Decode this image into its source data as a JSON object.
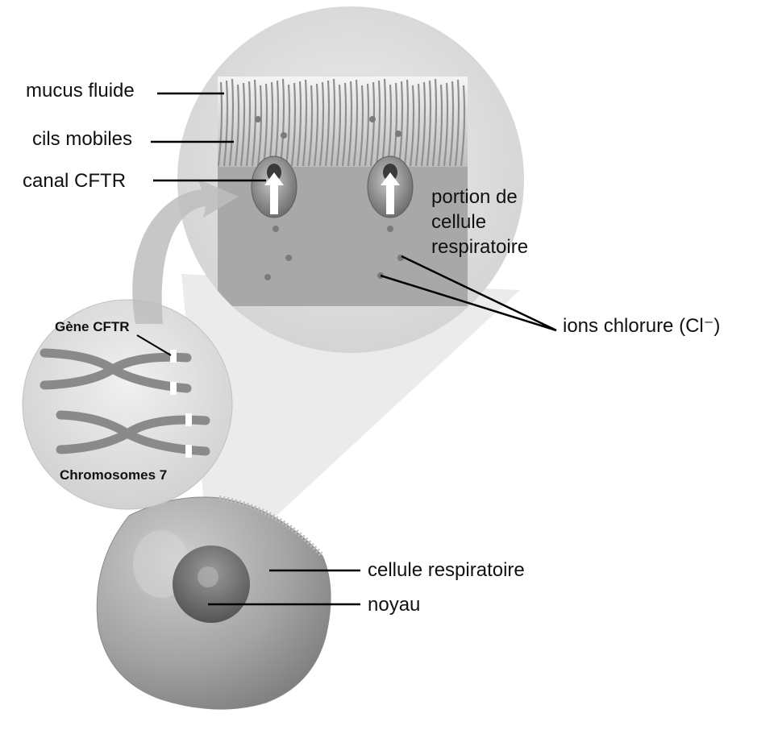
{
  "labels": {
    "mucus": "mucus fluide",
    "cilia": "cils mobiles",
    "channel": "canal CFTR",
    "cell_portion_1": "portion de",
    "cell_portion_2": "cellule",
    "cell_portion_3": "respiratoire",
    "chloride_ions": "ions chlorure (Cl⁻)",
    "gene": "Gène CFTR",
    "chromosomes": "Chromosomes 7",
    "cell": "cellule respiratoire",
    "nucleus": "noyau"
  },
  "colors": {
    "circle_fill": "#e6e6e6",
    "cell_body": "#9e9e9e",
    "nucleus": "#6f6f6f",
    "membrane": "#a7a7a7",
    "leader_line": "#000000"
  }
}
